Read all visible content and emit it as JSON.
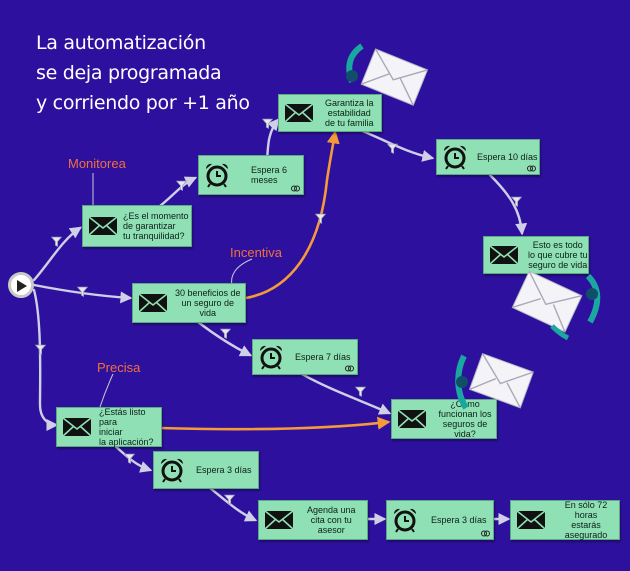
{
  "headline": {
    "line1": "La automatización",
    "line2": "se deja programada",
    "line3": "y corriendo por +1 año"
  },
  "notes": {
    "monitorea": "Monitorea",
    "incentiva": "Incentiva",
    "precisa": "Precisa"
  },
  "colors": {
    "background": "#2d119e",
    "node_fill": "#8fe0b4",
    "connector": "#cfcfe8",
    "highlight_connector": "#f59a3a",
    "note_text": "#f26f3c",
    "filter_icon": "#e8e8e8"
  },
  "nodes": {
    "email_tranquilidad": {
      "icon": "envelope-icon",
      "label": "¿Es el momento\nde garantizar\ntu tranquilidad?"
    },
    "wait_6_meses": {
      "icon": "alarm-clock-icon",
      "label": "Espera 6\nmeses"
    },
    "email_estabilidad": {
      "icon": "envelope-icon",
      "label": "Garantiza la\nestabilidad\nde tu familia"
    },
    "wait_10_dias": {
      "icon": "alarm-clock-icon",
      "label": "Espera 10 días"
    },
    "email_esto_es_todo": {
      "icon": "envelope-icon",
      "label": "Esto es todo\nlo que cubre tu\nseguro de vida"
    },
    "email_30_beneficios": {
      "icon": "envelope-icon",
      "label": "30 beneficios de\nun seguro de\nvida"
    },
    "wait_7_dias": {
      "icon": "alarm-clock-icon",
      "label": "Espera 7 días"
    },
    "email_como_funcionan": {
      "icon": "envelope-icon",
      "label": "¿Cómo\nfuncionan los\nseguros de vida?"
    },
    "email_listo": {
      "icon": "envelope-icon",
      "label": "¿Estás listo para\niniciar\nla aplicación?"
    },
    "wait_3_dias_a": {
      "icon": "alarm-clock-icon",
      "label": "Espera 3 días"
    },
    "email_agenda": {
      "icon": "envelope-icon",
      "label": "Agenda una\ncita con tu\nasesor"
    },
    "wait_3_dias_b": {
      "icon": "alarm-clock-icon",
      "label": "Espera 3 días"
    },
    "email_72_horas": {
      "icon": "envelope-icon",
      "label": "En sólo 72 horas\nestarás\nasegurado"
    }
  }
}
